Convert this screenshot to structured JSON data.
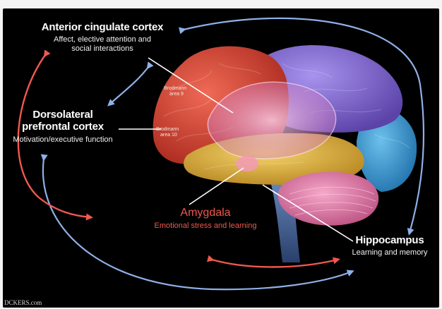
{
  "labels": {
    "acc_title": "Anterior cingulate cortex",
    "acc_sub1": "Affect, elective attention and",
    "acc_sub2": "social interactions",
    "dlpfc_title1": "Dorsolateral",
    "dlpfc_title2": "prefrontal cortex",
    "dlpfc_sub": "Motivation/executive function",
    "amyg_title": "Amygdala",
    "amyg_sub": "Emotional stress and learning",
    "hippo_title": "Hippocampus",
    "hippo_sub": "Learning and memory",
    "area9_1": "Brodmann",
    "area9_2": "area 9",
    "area10_1": "Brodmann",
    "area10_2": "area 10"
  },
  "watermark": "DCKERS.com",
  "colors": {
    "frontal": "#e04a3a",
    "parietal": "#8a6ed8",
    "occipital": "#3d9fd6",
    "temporal": "#e8b93c",
    "cerebellum": "#e87aa8",
    "brainstem": "#4a6fa8",
    "arrow_blue": "#8fb0e8",
    "arrow_red": "#f0584f",
    "label_red": "#f0584f"
  }
}
